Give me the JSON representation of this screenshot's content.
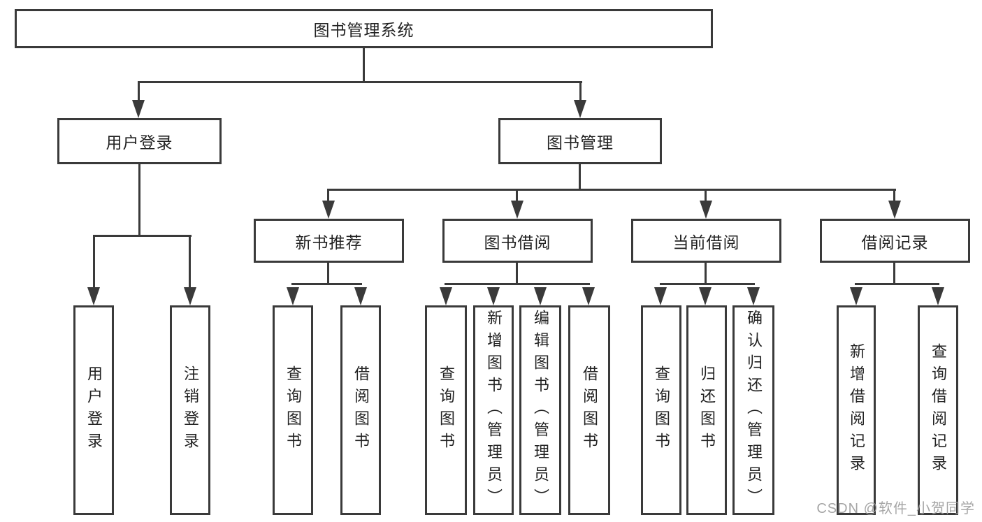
{
  "diagram": {
    "root": "图书管理系统",
    "level2": [
      "用户登录",
      "图书管理"
    ],
    "level3": [
      "新书推荐",
      "图书借阅",
      "当前借阅",
      "借阅记录"
    ],
    "leaves_user_login": [
      "用户登录",
      "注销登录"
    ],
    "leaves_new_books": [
      "查询图书",
      "借阅图书"
    ],
    "leaves_book_borrow": [
      "查询图书",
      "新增图书（管理员）",
      "编辑图书（管理员）",
      "借阅图书"
    ],
    "leaves_current_borrow": [
      "查询图书",
      "归还图书",
      "确认归还（管理员）"
    ],
    "leaves_borrow_records": [
      "新增借阅记录",
      "查询借阅记录"
    ]
  },
  "watermark": "CSDN @软件_小贺同学",
  "colors": {
    "line": "#3a3a3a",
    "text": "#222222",
    "watermark": "#9d9d9d"
  }
}
